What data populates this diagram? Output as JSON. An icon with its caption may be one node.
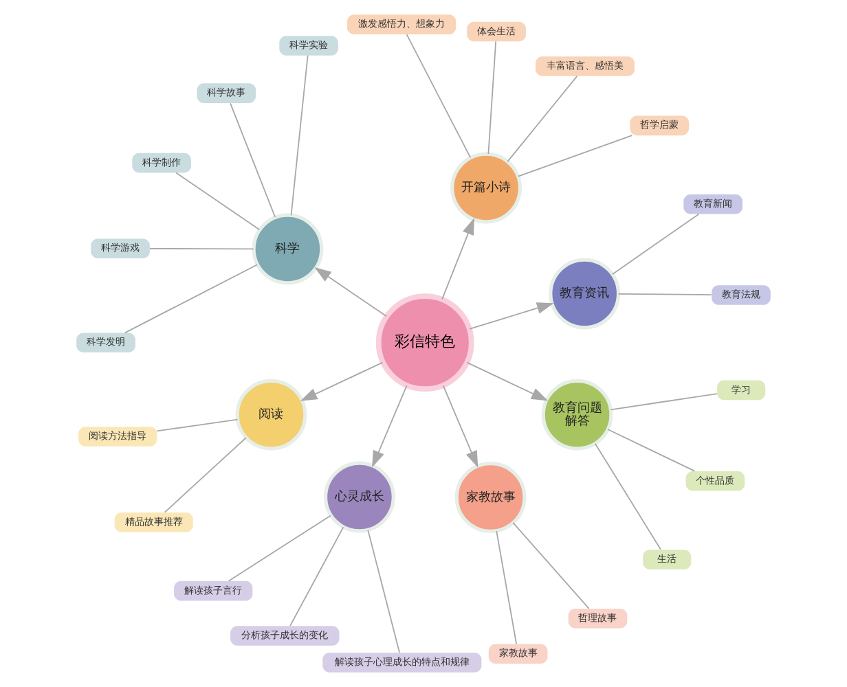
{
  "diagram": {
    "nodes": [
      {
        "text": [
          "彩信特色"
        ]
      },
      {
        "text": [
          "科学"
        ]
      },
      {
        "text": [
          "科学实验"
        ]
      },
      {
        "text": [
          "科学故事"
        ]
      },
      {
        "text": [
          "科学制作"
        ]
      },
      {
        "text": [
          "科学游戏"
        ]
      },
      {
        "text": [
          "科学发明"
        ]
      },
      {
        "text": [
          "开篇小诗"
        ]
      },
      {
        "text": [
          "激发感悟力、想象力"
        ]
      },
      {
        "text": [
          "体会生活"
        ]
      },
      {
        "text": [
          "丰富语言、感悟美"
        ]
      },
      {
        "text": [
          "哲学启蒙"
        ]
      },
      {
        "text": [
          "教育资讯"
        ]
      },
      {
        "text": [
          "教育新闻"
        ]
      },
      {
        "text": [
          "教育法规"
        ]
      },
      {
        "text": [
          "教育问题解答"
        ]
      },
      {
        "text": [
          "学习"
        ]
      },
      {
        "text": [
          "个性品质"
        ]
      },
      {
        "text": [
          "生活"
        ]
      },
      {
        "text": [
          "家教故事"
        ]
      },
      {
        "text": [
          "家教故事"
        ]
      },
      {
        "text": [
          "哲理故事"
        ]
      },
      {
        "text": [
          "心灵成长"
        ]
      },
      {
        "text": [
          "解读孩子言行"
        ]
      },
      {
        "text": [
          "分析孩子成长的变化"
        ]
      },
      {
        "text": [
          "解读孩子心理成长的特点和规律"
        ]
      },
      {
        "text": [
          "阅读"
        ]
      },
      {
        "text": [
          "阅读方法指导"
        ]
      },
      {
        "text": [
          "精品故事推荐"
        ]
      }
    ],
    "edges": [
      {
        "from": 0,
        "to": 1,
        "arrow": "to"
      },
      {
        "from": 0,
        "to": 7,
        "arrow": "to"
      },
      {
        "from": 0,
        "to": 12,
        "arrow": "to"
      },
      {
        "from": 0,
        "to": 15,
        "arrow": "to"
      },
      {
        "from": 0,
        "to": 19,
        "arrow": "to"
      },
      {
        "from": 0,
        "to": 22,
        "arrow": "to"
      },
      {
        "from": 0,
        "to": 26,
        "arrow": "to"
      },
      {
        "from": 1,
        "to": 2,
        "arrow": "none"
      },
      {
        "from": 1,
        "to": 3,
        "arrow": "none"
      },
      {
        "from": 1,
        "to": 4,
        "arrow": "none"
      },
      {
        "from": 1,
        "to": 5,
        "arrow": "none"
      },
      {
        "from": 1,
        "to": 6,
        "arrow": "none"
      },
      {
        "from": 7,
        "to": 8,
        "arrow": "none"
      },
      {
        "from": 7,
        "to": 9,
        "arrow": "none"
      },
      {
        "from": 7,
        "to": 10,
        "arrow": "none"
      },
      {
        "from": 7,
        "to": 11,
        "arrow": "none"
      },
      {
        "from": 12,
        "to": 13,
        "arrow": "none"
      },
      {
        "from": 12,
        "to": 14,
        "arrow": "none"
      },
      {
        "from": 15,
        "to": 16,
        "arrow": "none"
      },
      {
        "from": 15,
        "to": 17,
        "arrow": "none"
      },
      {
        "from": 15,
        "to": 18,
        "arrow": "none"
      },
      {
        "from": 19,
        "to": 20,
        "arrow": "none"
      },
      {
        "from": 19,
        "to": 21,
        "arrow": "none"
      },
      {
        "from": 22,
        "to": 23,
        "arrow": "none"
      },
      {
        "from": 22,
        "to": 24,
        "arrow": "none"
      },
      {
        "from": 22,
        "to": 25,
        "arrow": "none"
      },
      {
        "from": 26,
        "to": 27,
        "arrow": "none"
      },
      {
        "from": 26,
        "to": 28,
        "arrow": "none"
      }
    ]
  }
}
